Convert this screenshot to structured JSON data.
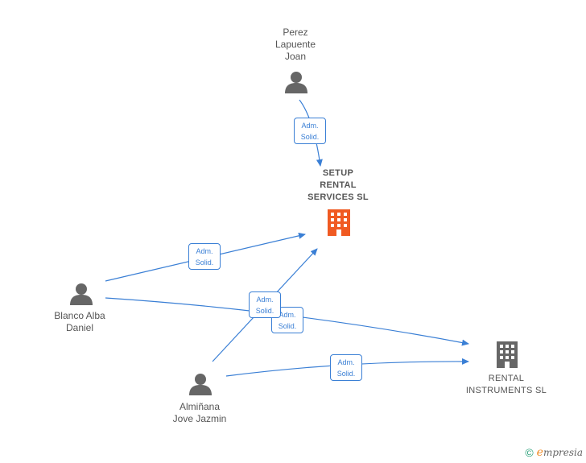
{
  "nodes": {
    "perez": {
      "label": "Perez\nLapuente\nJoan"
    },
    "blanco": {
      "label": "Blanco Alba\nDaniel"
    },
    "alminana": {
      "label": "Almiñana\nJove Jazmin"
    },
    "setup": {
      "label": "SETUP\nRENTAL\nSERVICES  SL"
    },
    "rental": {
      "label": "RENTAL\nINSTRUMENTS SL"
    }
  },
  "edges": {
    "perez_setup": {
      "line1": "Adm.",
      "line2": "Solid."
    },
    "blanco_setup": {
      "line1": "Adm.",
      "line2": "Solid."
    },
    "blanco_rental": {
      "line1": "Adm.",
      "line2": "Solid."
    },
    "alminana_setup": {
      "line1": "Adm.",
      "line2": "Solid."
    },
    "alminana_rental": {
      "line1": "Adm.",
      "line2": "Solid."
    }
  },
  "colors": {
    "edge": "#3a7fd5",
    "person_icon": "#666666",
    "focus_company": "#f05a22",
    "company": "#666666"
  },
  "footer": {
    "copyright": "©",
    "brand_e": "e",
    "brand_rest": "mpresia"
  }
}
